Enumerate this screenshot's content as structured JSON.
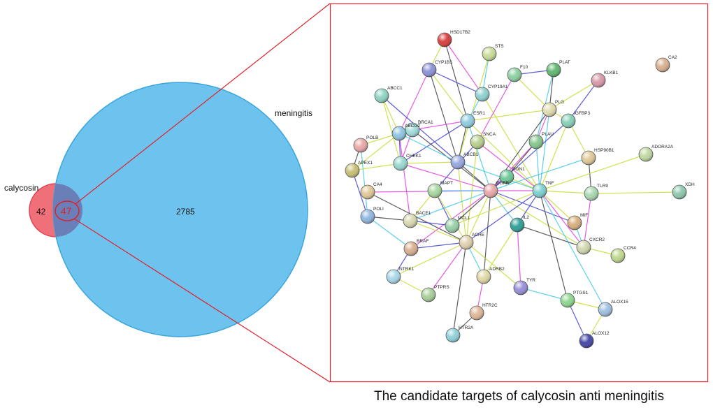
{
  "venn": {
    "left_label": "calycosin",
    "right_label": "meningitis",
    "left_only": "42",
    "intersection": "47",
    "right_only": "2785",
    "colors": {
      "left": "#f0707a",
      "right": "#6ec3ee",
      "overlap": "#6a7fb8",
      "highlight": "#e0202a"
    }
  },
  "caption": "The candidate targets of calycosin anti meningitis",
  "network": {
    "nodes": [
      {
        "id": "HSD17B2",
        "color": "#d84040"
      },
      {
        "id": "STS",
        "color": "#c8dc98"
      },
      {
        "id": "CYP1B1",
        "color": "#8c94d8"
      },
      {
        "id": "F10",
        "color": "#8cd0a0"
      },
      {
        "id": "PLAT",
        "color": "#60b870"
      },
      {
        "id": "KLKB1",
        "color": "#d89aa8"
      },
      {
        "id": "CA2",
        "color": "#d8b090"
      },
      {
        "id": "ABCC1",
        "color": "#90d4c4"
      },
      {
        "id": "CYP19A1",
        "color": "#90d0d0"
      },
      {
        "id": "PLG",
        "color": "#e0dcb0"
      },
      {
        "id": "IGFBP3",
        "color": "#88d0b8"
      },
      {
        "id": "ESR1",
        "color": "#90cce0"
      },
      {
        "id": "BRCA1",
        "color": "#a0dcd8"
      },
      {
        "id": "ABCG2",
        "color": "#90c4e0"
      },
      {
        "id": "SNCA",
        "color": "#b8d090"
      },
      {
        "id": "POLB",
        "color": "#e8a8a8"
      },
      {
        "id": "PLAU",
        "color": "#88c890"
      },
      {
        "id": "HSP90B1",
        "color": "#e0c898"
      },
      {
        "id": "ADORA2A",
        "color": "#c0d8a0"
      },
      {
        "id": "APEX1",
        "color": "#c8c078"
      },
      {
        "id": "CHEK1",
        "color": "#98d8d0"
      },
      {
        "id": "ABCB1",
        "color": "#98a8e0"
      },
      {
        "id": "PON1",
        "color": "#70c898"
      },
      {
        "id": "CA4",
        "color": "#e0c898"
      },
      {
        "id": "MAPT",
        "color": "#a8d8a0"
      },
      {
        "id": "EGFR",
        "color": "#e8a8a8"
      },
      {
        "id": "TNF",
        "color": "#80d0d0"
      },
      {
        "id": "TLR9",
        "color": "#a8d8b0"
      },
      {
        "id": "XDH",
        "color": "#90c8b0"
      },
      {
        "id": "POLI",
        "color": "#90b8e0"
      },
      {
        "id": "BACE1",
        "color": "#d8d8b0"
      },
      {
        "id": "MCL1",
        "color": "#98d0a8"
      },
      {
        "id": "IL2",
        "color": "#30a098"
      },
      {
        "id": "MIF",
        "color": "#d8b080"
      },
      {
        "id": "ACHE",
        "color": "#e0d0b0"
      },
      {
        "id": "CXCR2",
        "color": "#d0d8b0"
      },
      {
        "id": "CCR4",
        "color": "#c0d890"
      },
      {
        "id": "BRAF",
        "color": "#d8b090"
      },
      {
        "id": "NTRK1",
        "color": "#a8d8e8"
      },
      {
        "id": "ADRB2",
        "color": "#e0d8a8"
      },
      {
        "id": "TYR",
        "color": "#9890d8"
      },
      {
        "id": "PTPRS",
        "color": "#a8d098"
      },
      {
        "id": "PTGS1",
        "color": "#90d890"
      },
      {
        "id": "ALOX15",
        "color": "#a0c0e0"
      },
      {
        "id": "HTR2C",
        "color": "#e0b898"
      },
      {
        "id": "HTR2A",
        "color": "#90d0d8"
      },
      {
        "id": "ALOX12",
        "color": "#4848a8"
      }
    ],
    "edges": [
      [
        "HSD17B2",
        "CYP1B1"
      ],
      [
        "HSD17B2",
        "CYP19A1"
      ],
      [
        "HSD17B2",
        "ESR1"
      ],
      [
        "STS",
        "CYP19A1"
      ],
      [
        "STS",
        "ABCB1"
      ],
      [
        "CYP1B1",
        "CYP19A1"
      ],
      [
        "CYP1B1",
        "ESR1"
      ],
      [
        "CYP1B1",
        "ABCG2"
      ],
      [
        "CYP1B1",
        "ABCB1"
      ],
      [
        "CYP19A1",
        "ESR1"
      ],
      [
        "CYP19A1",
        "TNF"
      ],
      [
        "F10",
        "PLAT"
      ],
      [
        "F10",
        "PLG"
      ],
      [
        "F10",
        "SNCA"
      ],
      [
        "PLAT",
        "PLG"
      ],
      [
        "PLAT",
        "PLAU"
      ],
      [
        "KLKB1",
        "PLG"
      ],
      [
        "KLKB1",
        "IGFBP3"
      ],
      [
        "PLG",
        "IGFBP3"
      ],
      [
        "PLG",
        "PLAU"
      ],
      [
        "PLG",
        "EGFR"
      ],
      [
        "PLG",
        "TNF"
      ],
      [
        "IGFBP3",
        "HSP90B1"
      ],
      [
        "IGFBP3",
        "EGFR"
      ],
      [
        "IGFBP3",
        "TNF"
      ],
      [
        "PLAU",
        "EGFR"
      ],
      [
        "PLAU",
        "PON1"
      ],
      [
        "PLAU",
        "TNF"
      ],
      [
        "ABCC1",
        "ABCG2"
      ],
      [
        "ABCC1",
        "ABCB1"
      ],
      [
        "ABCC1",
        "CHEK1"
      ],
      [
        "ESR1",
        "BRCA1"
      ],
      [
        "ESR1",
        "ABCB1"
      ],
      [
        "ESR1",
        "EGFR"
      ],
      [
        "ESR1",
        "TNF"
      ],
      [
        "ESR1",
        "CHEK1"
      ],
      [
        "ESR1",
        "PLG"
      ],
      [
        "BRCA1",
        "CHEK1"
      ],
      [
        "BRCA1",
        "EGFR"
      ],
      [
        "ABCG2",
        "ABCB1"
      ],
      [
        "ABCG2",
        "POLB"
      ],
      [
        "ABCG2",
        "CHEK1"
      ],
      [
        "ABCG2",
        "APEX1"
      ],
      [
        "ABCG2",
        "BACE1"
      ],
      [
        "POLB",
        "APEX1"
      ],
      [
        "POLB",
        "POLI"
      ],
      [
        "APEX1",
        "CHEK1"
      ],
      [
        "APEX1",
        "POLI"
      ],
      [
        "CHEK1",
        "ABCB1"
      ],
      [
        "CHEK1",
        "EGFR"
      ],
      [
        "ABCB1",
        "EGFR"
      ],
      [
        "ABCB1",
        "TNF"
      ],
      [
        "ABCB1",
        "ACHE"
      ],
      [
        "SNCA",
        "MAPT"
      ],
      [
        "SNCA",
        "ACHE"
      ],
      [
        "SNCA",
        "TNF"
      ],
      [
        "HSP90B1",
        "TLR9"
      ],
      [
        "HSP90B1",
        "EGFR"
      ],
      [
        "ADORA2A",
        "TNF"
      ],
      [
        "PON1",
        "EGFR"
      ],
      [
        "PON1",
        "TNF"
      ],
      [
        "CA4",
        "EGFR"
      ],
      [
        "CA4",
        "ACHE"
      ],
      [
        "MAPT",
        "EGFR"
      ],
      [
        "MAPT",
        "BACE1"
      ],
      [
        "MAPT",
        "MCL1"
      ],
      [
        "MAPT",
        "ACHE"
      ],
      [
        "EGFR",
        "TNF"
      ],
      [
        "EGFR",
        "MCL1"
      ],
      [
        "EGFR",
        "IL2"
      ],
      [
        "EGFR",
        "ACHE"
      ],
      [
        "EGFR",
        "MIF"
      ],
      [
        "EGFR",
        "CXCR2"
      ],
      [
        "EGFR",
        "BRAF"
      ],
      [
        "EGFR",
        "ADRB2"
      ],
      [
        "EGFR",
        "BACE1"
      ],
      [
        "TNF",
        "TLR9"
      ],
      [
        "TNF",
        "IL2"
      ],
      [
        "TNF",
        "MIF"
      ],
      [
        "TNF",
        "CXCR2"
      ],
      [
        "TNF",
        "PTGS1"
      ],
      [
        "TNF",
        "ALOX15"
      ],
      [
        "TNF",
        "MCL1"
      ],
      [
        "TNF",
        "ACHE"
      ],
      [
        "TLR9",
        "XDH"
      ],
      [
        "TLR9",
        "CXCR2"
      ],
      [
        "POLI",
        "BACE1"
      ],
      [
        "POLI",
        "BRAF"
      ],
      [
        "BACE1",
        "ACHE"
      ],
      [
        "BACE1",
        "MCL1"
      ],
      [
        "IL2",
        "ADRB2"
      ],
      [
        "IL2",
        "TYR"
      ],
      [
        "IL2",
        "CXCR2"
      ],
      [
        "MIF",
        "CXCR2"
      ],
      [
        "CXCR2",
        "CCR4"
      ],
      [
        "ACHE",
        "BRAF"
      ],
      [
        "ACHE",
        "NTRK1"
      ],
      [
        "ACHE",
        "PTPRS"
      ],
      [
        "ACHE",
        "HTR2A"
      ],
      [
        "ACHE",
        "ADRB2"
      ],
      [
        "ACHE",
        "TYR"
      ],
      [
        "BRAF",
        "NTRK1"
      ],
      [
        "NTRK1",
        "PTPRS"
      ],
      [
        "ADRB2",
        "HTR2C"
      ],
      [
        "HTR2C",
        "HTR2A"
      ],
      [
        "TYR",
        "PTGS1"
      ],
      [
        "PTGS1",
        "ALOX15"
      ],
      [
        "PTGS1",
        "ALOX12"
      ],
      [
        "ALOX15",
        "ALOX12"
      ]
    ],
    "edge_colors": [
      "#c8dc30",
      "#e040e0",
      "#404048",
      "#40c8e8",
      "#c8dc30",
      "#4040d0"
    ]
  }
}
